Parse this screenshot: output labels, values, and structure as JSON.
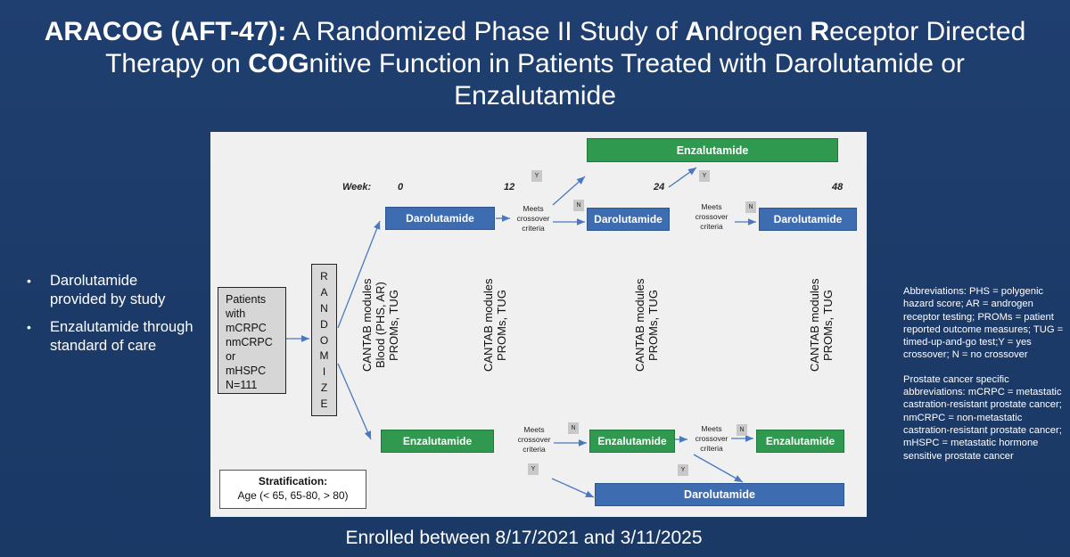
{
  "title": {
    "t1": "ARACOG (AFT-47):",
    "t2": " A Randomized Phase II Study of ",
    "t3": "A",
    "t4": "ndrogen ",
    "t5": "R",
    "t6": "eceptor Directed Therapy on ",
    "t7": "COG",
    "t8": "nitive Function in Patients Treated with Darolutamide or Enzalutamide"
  },
  "bullets": [
    "Darolutamide provided by study",
    "Enzalutamide through standard of care"
  ],
  "abbreviations": [
    "Abbreviations: PHS = polygenic hazard score; AR = androgen receptor testing; PROMs = patient reported outcome measures; TUG = timed-up-and-go test;Y = yes crossover; N = no crossover",
    "Prostate cancer specific abbreviations: mCRPC = metastatic castration-resistant prostate cancer; nmCRPC = non-metastatic castration-resistant prostate cancer; mHSPC = metastatic hormone sensitive prostate cancer"
  ],
  "footer": "Enrolled between 8/17/2021 and 3/11/2025",
  "diagram": {
    "week_label": "Week:",
    "weeks": [
      "0",
      "12",
      "24",
      "48"
    ],
    "patients": [
      "Patients",
      "with",
      "mCRPC",
      "nmCRPC",
      "or mHSPC",
      "N=111"
    ],
    "randomize_letters": [
      "R",
      "A",
      "N",
      "D",
      "O",
      "M",
      "I",
      "Z",
      "E"
    ],
    "assessments": [
      "CANTAB modules\nBlood  (PHS, AR)\nPROMs, TUG",
      "CANTAB modules\nPROMs, TUG",
      "CANTAB modules\nPROMs, TUG",
      "CANTAB modules\nPROMs, TUG"
    ],
    "meets": "Meets\ncrossover\ncriteria",
    "yes": "Y",
    "no": "N",
    "darolutamide": "Darolutamide",
    "enzalutamide": "Enzalutamide",
    "stratification_title": "Stratification:",
    "stratification_text": "Age (< 65, 65-80, > 80)"
  },
  "colors": {
    "background": "#1e3d6e",
    "darolutamide_box": "#3d6db0",
    "enzalutamide_box": "#2f9a4f",
    "arrow": "#4a78c0"
  }
}
